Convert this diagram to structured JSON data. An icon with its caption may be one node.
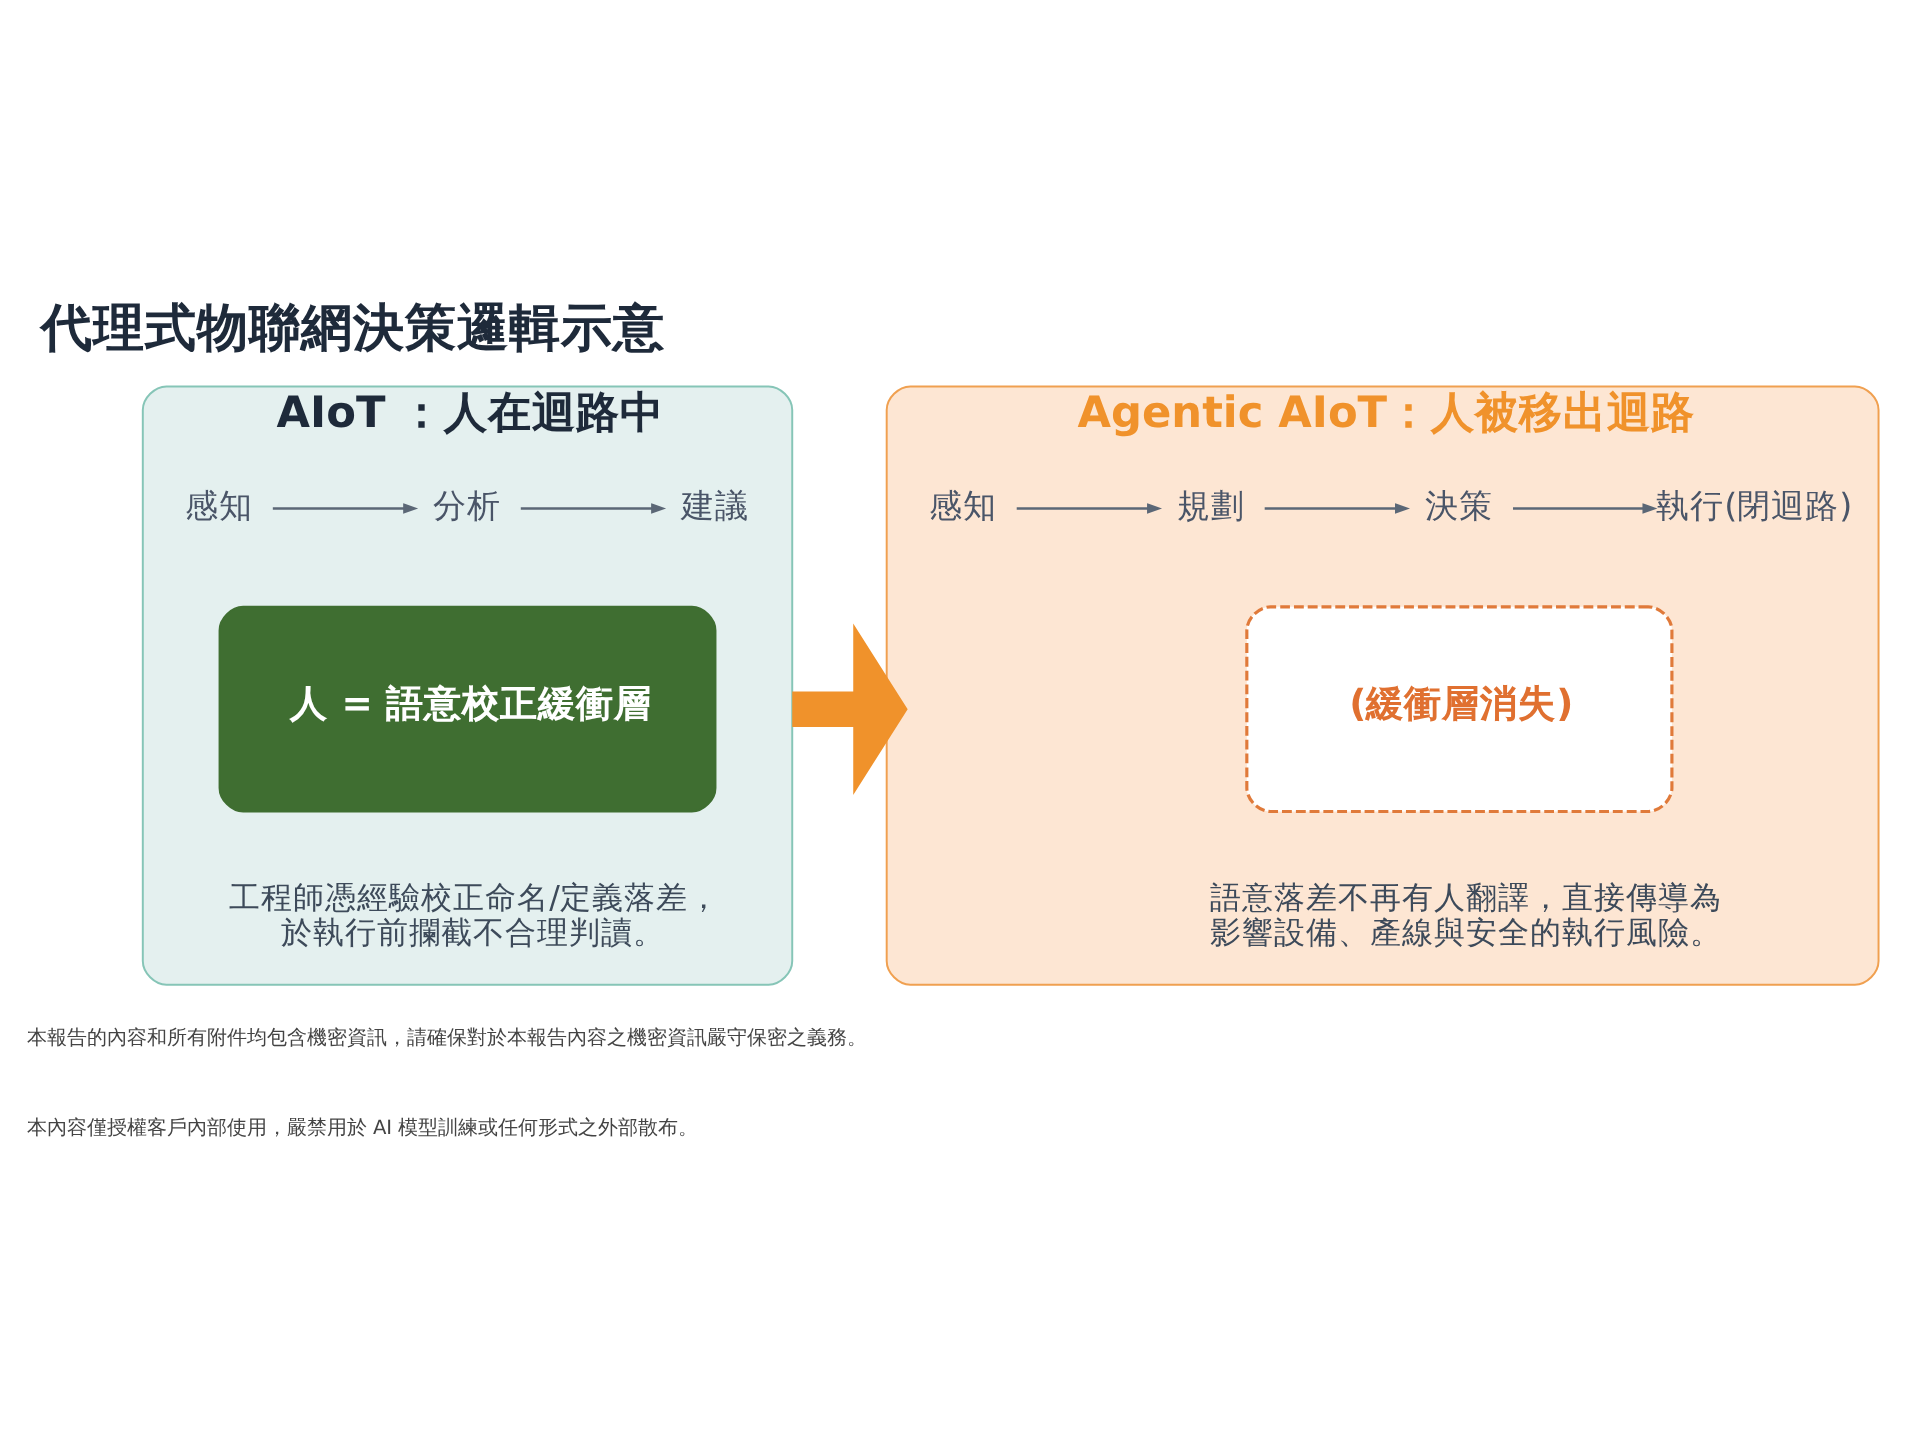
{
  "diagram": {
    "title": "代理式物聯網決策邏輯示意",
    "nodes": [
      {
        "text": [
          "AIoT ：人在迴路中",
          "工程師憑經驗校正命名/定義落差，於執行前攔截不合理判讀。"
        ]
      },
      {
        "text": [
          "感知"
        ],
        "in": 0
      },
      {
        "text": [
          "分析"
        ],
        "in": 0
      },
      {
        "text": [
          "建議"
        ],
        "in": 0
      },
      {
        "text": [
          "人 = 語意校正緩衝層"
        ],
        "in": 0
      },
      {
        "text": [
          "Agentic AIoT：人被移出迴路",
          "語意落差不再有人翻譯，直接傳導為影響設備、產線與安全的執行風險。"
        ]
      },
      {
        "text": [
          "感知"
        ],
        "in": 5
      },
      {
        "text": [
          "規劃"
        ],
        "in": 5
      },
      {
        "text": [
          "決策"
        ],
        "in": 5
      },
      {
        "text": [
          "執行(閉迴路)"
        ],
        "in": 5
      },
      {
        "text": [
          "(緩衝層消失)"
        ],
        "in": 5
      }
    ],
    "edges": [
      {
        "from": 1,
        "to": 2,
        "arrow": "to"
      },
      {
        "from": 2,
        "to": 3,
        "arrow": "to"
      },
      {
        "from": 6,
        "to": 7,
        "arrow": "to"
      },
      {
        "from": 7,
        "to": 8,
        "arrow": "to"
      },
      {
        "from": 8,
        "to": 9,
        "arrow": "to"
      },
      {
        "from": 0,
        "to": 5,
        "arrow": "to",
        "style": "thick",
        "color": "#f0922b"
      }
    ],
    "labels": [
      "本報告的內容和所有附件均包含機密資訊，請確保對於本報告內容之機密資訊嚴守保密之義務。",
      "本內容僅授權客戶內部使用，嚴禁用於 AI 模型訓練或任何形式之外部散布。"
    ]
  }
}
